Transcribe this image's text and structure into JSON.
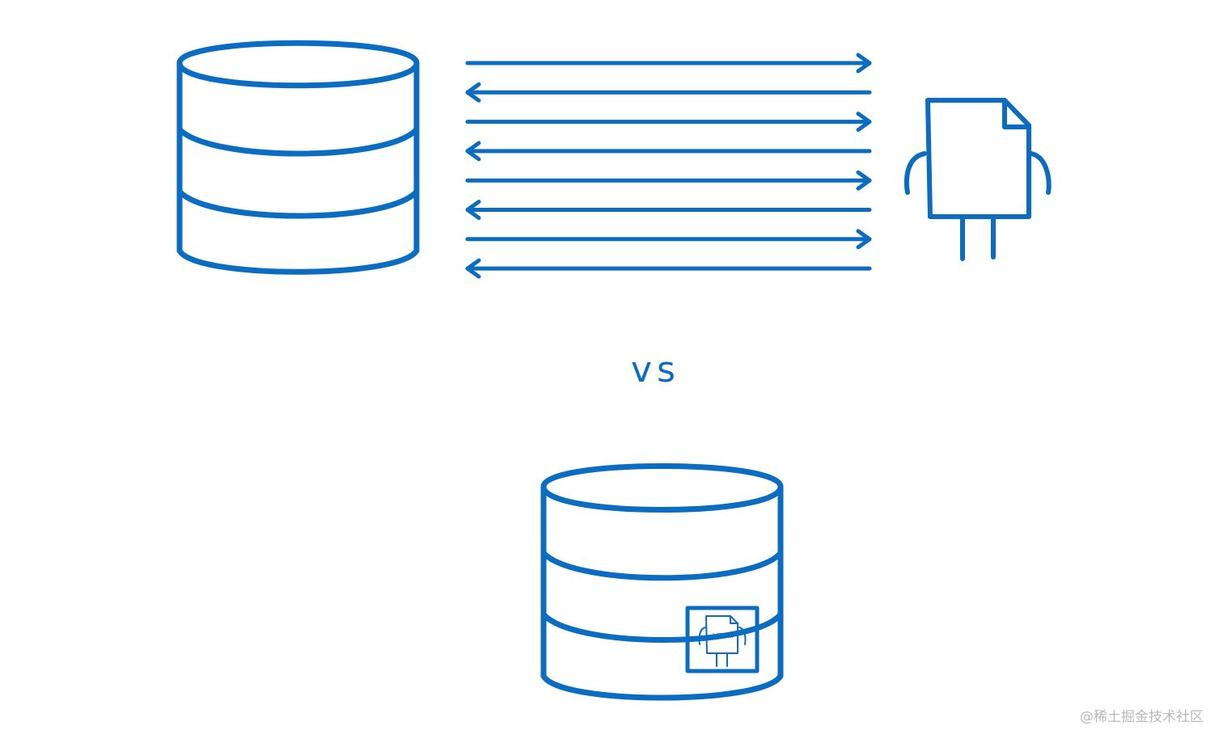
{
  "colors": {
    "stroke": "#0b6dc2",
    "watermark": "#b9b9b9"
  },
  "vs_label": "vs",
  "wasm_label": ".wasm",
  "watermark": "@稀土掘金技术社区",
  "arrows": [
    "right",
    "left",
    "right",
    "left",
    "right",
    "left",
    "right",
    "left"
  ],
  "icons": {
    "top_database": "database-icon",
    "file_character": "document-character-icon",
    "bottom_database": "database-icon",
    "embedded_module": "wasm-file-icon"
  }
}
